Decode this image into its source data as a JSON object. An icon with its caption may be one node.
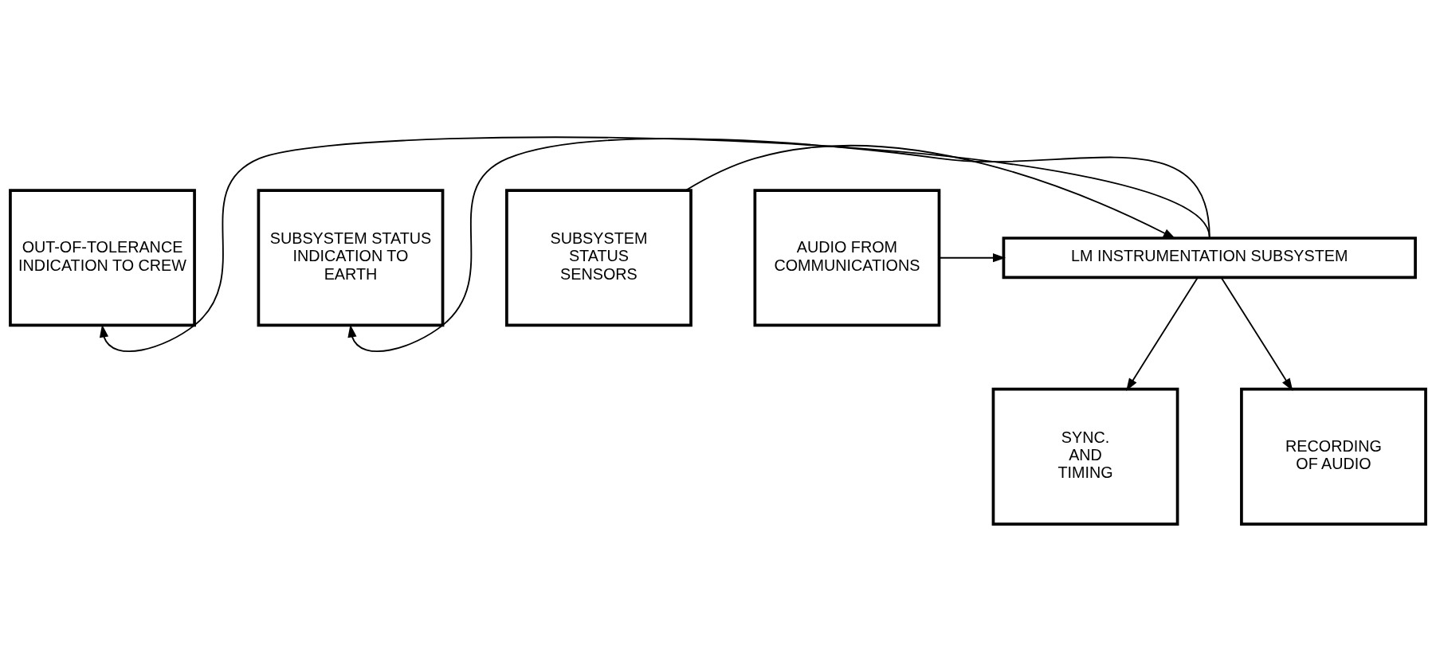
{
  "diagram": {
    "nodes": [
      {
        "text": [
          "OUT-OF-TOLERANCE INDICATION TO CREW"
        ]
      },
      {
        "text": [
          "SUBSYSTEM STATUS INDICATION TO EARTH"
        ]
      },
      {
        "text": [
          "SUBSYSTEM STATUS SENSORS"
        ]
      },
      {
        "text": [
          "LM INSTRUMENTATION SUBSYSTEM"
        ]
      },
      {
        "text": [
          "AUDIO FROM COMMUNICATIONS"
        ]
      },
      {
        "text": [
          "SYNC. AND TIMING"
        ]
      },
      {
        "text": [
          "RECORDING OF AUDIO"
        ]
      }
    ],
    "edges": [
      {
        "from": 2,
        "to": 3,
        "arrow": "to"
      },
      {
        "from": 4,
        "to": 3,
        "arrow": "to"
      },
      {
        "from": 3,
        "to": 0,
        "arrow": "to"
      },
      {
        "from": 3,
        "to": 1,
        "arrow": "to"
      },
      {
        "from": 3,
        "to": 5,
        "arrow": "to"
      },
      {
        "from": 3,
        "to": 6,
        "arrow": "to"
      }
    ]
  }
}
